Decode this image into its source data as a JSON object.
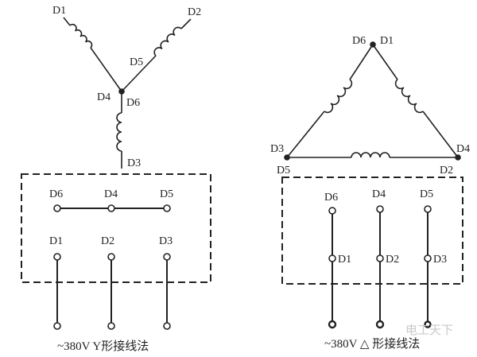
{
  "star": {
    "winding_labels": {
      "d1": "D1",
      "d2": "D2",
      "d3": "D3",
      "d4": "D4",
      "d5": "D5",
      "d6": "D6"
    },
    "terminal_top": [
      "D6",
      "D4",
      "D5"
    ],
    "terminal_bottom": [
      "D1",
      "D2",
      "D3"
    ],
    "caption": "~380V Y形接线法"
  },
  "delta": {
    "winding_labels": {
      "d1": "D1",
      "d2": "D2",
      "d3": "D3",
      "d4": "D4",
      "d5": "D5",
      "d6": "D6"
    },
    "terminal_top": [
      "D6",
      "D4",
      "D5"
    ],
    "terminal_mid": [
      "D1",
      "D2",
      "D3"
    ],
    "caption": "~380V △ 形接线法"
  },
  "watermark": "电工天下"
}
